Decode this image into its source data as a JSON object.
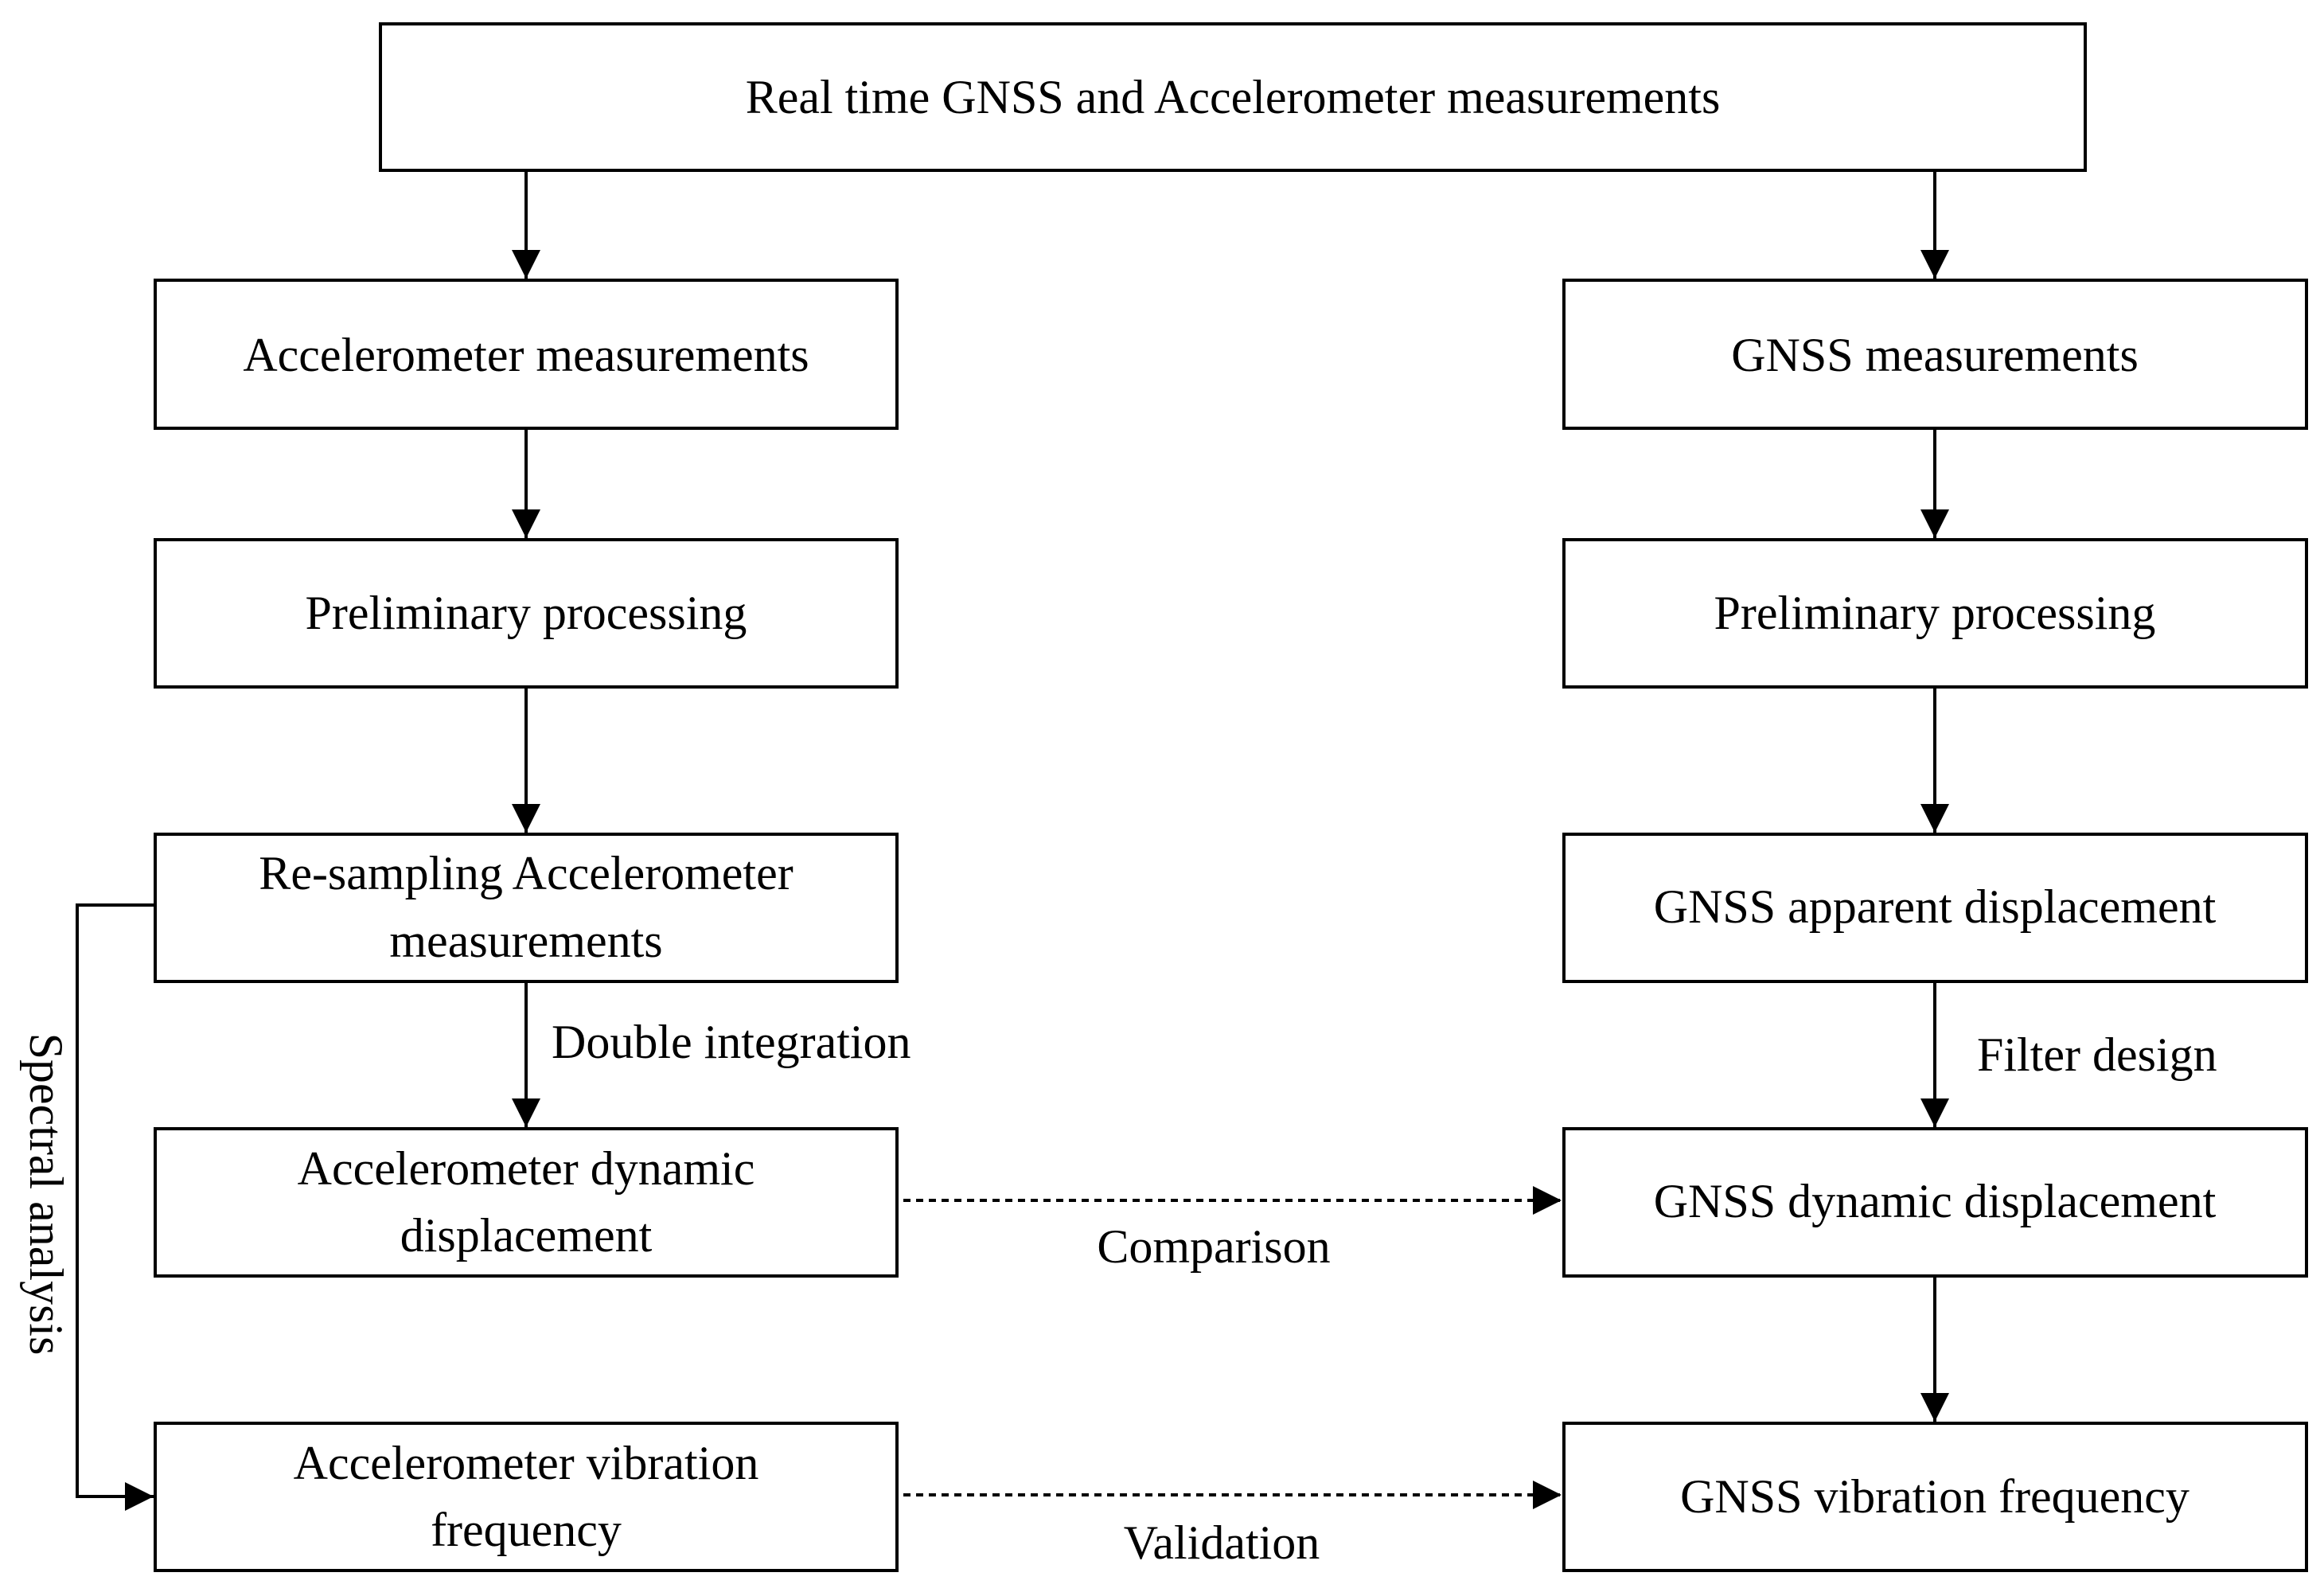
{
  "nodes": {
    "top": {
      "lines": [
        "Real time GNSS and Accelerometer measurements"
      ]
    },
    "acc_meas": {
      "lines": [
        "Accelerometer measurements"
      ]
    },
    "gnss_meas": {
      "lines": [
        "GNSS measurements"
      ]
    },
    "acc_prelim": {
      "lines": [
        "Preliminary processing"
      ]
    },
    "gnss_prelim": {
      "lines": [
        "Preliminary processing"
      ]
    },
    "acc_resample": {
      "lines": [
        "Re-sampling Accelerometer",
        "measurements"
      ]
    },
    "gnss_apparent": {
      "lines": [
        "GNSS apparent displacement"
      ]
    },
    "acc_dynamic": {
      "lines": [
        "Accelerometer dynamic",
        "displacement"
      ]
    },
    "gnss_dynamic": {
      "lines": [
        "GNSS dynamic displacement"
      ]
    },
    "acc_vibration": {
      "lines": [
        "Accelerometer vibration",
        "frequency"
      ]
    },
    "gnss_vibration": {
      "lines": [
        "GNSS vibration frequency"
      ]
    }
  },
  "edge_labels": {
    "double_integration": "Double integration",
    "filter_design": "Filter design",
    "comparison": "Comparison",
    "validation": "Validation",
    "spectral_analysis": "Spectral analysis"
  }
}
